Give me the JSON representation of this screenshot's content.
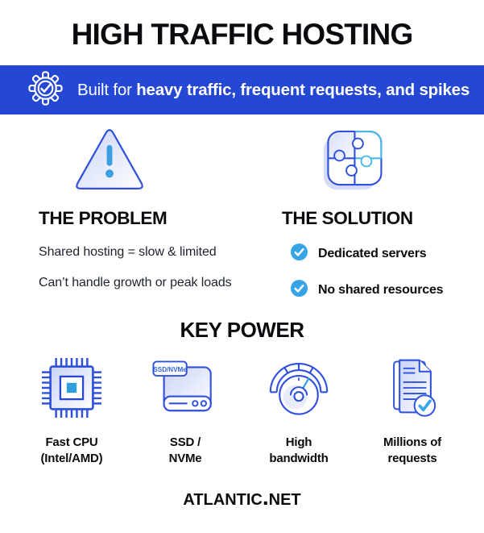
{
  "title": "HIGH TRAFFIC HOSTING",
  "banner": {
    "icon": "gear-check-icon",
    "prefix": "Built for",
    "highlight": "heavy traffic, frequent requests, and spikes"
  },
  "problem": {
    "icon": "warning-triangle-icon",
    "heading": "THE PROBLEM",
    "items": [
      "Shared hosting = slow & limited",
      "Can’t handle growth or peak loads"
    ]
  },
  "solution": {
    "icon": "puzzle-icon",
    "heading": "THE SOLUTION",
    "items": [
      "Dedicated servers",
      "No shared resources"
    ]
  },
  "key_power": {
    "heading": "KEY POWER",
    "features": [
      {
        "icon": "cpu-chip-icon",
        "line1": "Fast CPU",
        "line2": "(Intel/AMD)"
      },
      {
        "icon": "ssd-drive-icon",
        "line1": "SSD /",
        "line2": "NVMe",
        "badge": "SSD/NVMe"
      },
      {
        "icon": "speed-gauge-icon",
        "line1": "High",
        "line2": "bandwidth"
      },
      {
        "icon": "documents-check-icon",
        "line1": "Millions of",
        "line2": "requests"
      }
    ]
  },
  "footer": {
    "brand": "atlantic.net"
  },
  "colors": {
    "banner_blue": "#2447d4",
    "icon_stroke_blue": "#2f50dd",
    "accent_cyan": "#38a4e8",
    "light_fill": "#c9d3f5",
    "text_black": "#0b0b0f"
  }
}
